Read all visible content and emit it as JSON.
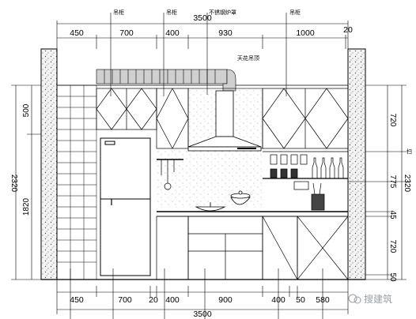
{
  "annotations": {
    "top_label_1": "吊柜",
    "top_label_2": "吊柜",
    "top_label_3": "不锈钢炉罩",
    "top_label_4": "吊柜",
    "ceiling_note": "天花吊顶",
    "right_leader": "扫"
  },
  "dimensions": {
    "top_total": "3500",
    "top_row": [
      "450",
      "700",
      "400",
      "930",
      "1000",
      "20"
    ],
    "bottom_row": [
      "450",
      "700",
      "20",
      "400",
      "900",
      "400",
      "50",
      "580"
    ],
    "bottom_total": "3500",
    "left_outer": "2320",
    "left_inner": "1820",
    "left_upper": "500",
    "right_column": [
      "720",
      "775",
      "45",
      "720",
      "50"
    ],
    "right_total": "2320"
  },
  "watermark": {
    "text": "搜建筑"
  },
  "colors": {
    "line": "#000000",
    "wall_hatch": "#e9e9e9",
    "ductwork": "#d0d0d0",
    "watermark": "#9aa0a6"
  }
}
